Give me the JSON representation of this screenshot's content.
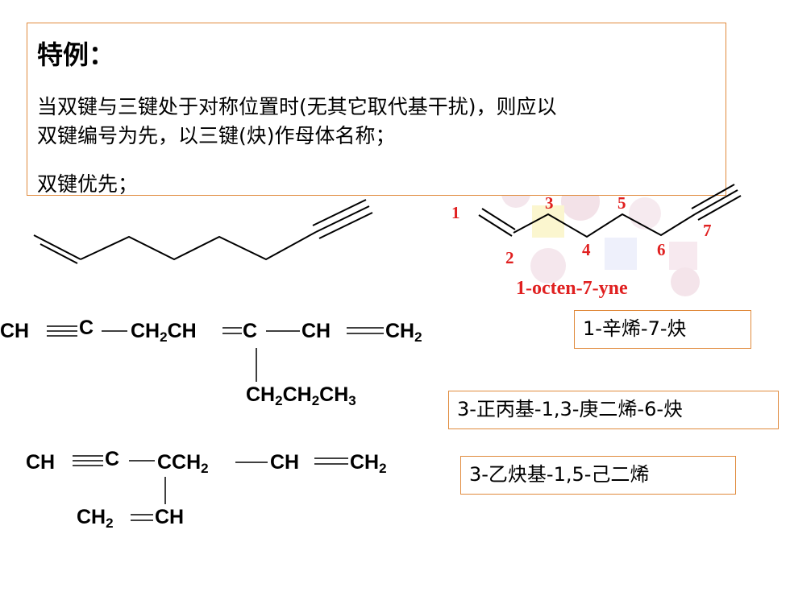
{
  "note": {
    "title": "特例：",
    "line1": "当双键与三键处于对称位置时(无其它取代基干扰)，则应以",
    "line2": "双键编号为先，以三键(炔)作母体名称；",
    "line3": "双键优先；"
  },
  "skeleton": {
    "numbers": [
      "1",
      "2",
      "3",
      "4",
      "5",
      "6",
      "7"
    ],
    "name": "1-octen-7-yne"
  },
  "formula1": {
    "ch": "CH",
    "c": "C",
    "ch2ch": "CH",
    "c2": "C",
    "ch3": "CH",
    "ch2end": "CH",
    "substituent": "CH",
    "sub_sub_2": "2",
    "sub_mid": "CH",
    "sub_mid_2": "2",
    "sub_end": "CH",
    "sub_end_3": "3",
    "sub2": "2",
    "sub2b": "2"
  },
  "formula2": {
    "ch": "CH",
    "c": "C",
    "cch2": "CCH",
    "ch2": "CH",
    "vinyl_ch2": "CH",
    "vinyl_ch": "CH",
    "sub2": "2"
  },
  "names": {
    "name1": "1-辛烯-7-炔",
    "name2": "3-正丙基-1,3-庚二烯-6-炔",
    "name3": "3-乙炔基-1,5-己二烯"
  }
}
